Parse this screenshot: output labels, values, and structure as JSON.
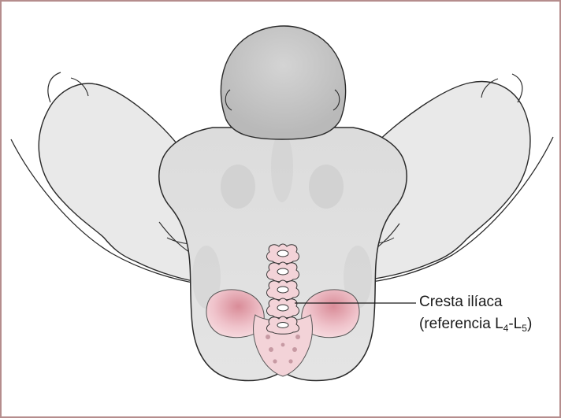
{
  "annotation": {
    "line1": "Cresta ilíaca",
    "line2_prefix": "(referencia L",
    "sub1": "4",
    "dash": "-L",
    "sub2": "5",
    "line2_suffix": ")"
  },
  "colors": {
    "border": "#b58d8d",
    "skin": "#e6e6e6",
    "skin_shadow": "#cfcfcf",
    "outline": "#2a2a2a",
    "bone": "#f3d3d8",
    "bone_shadow": "#e3a9b3"
  }
}
